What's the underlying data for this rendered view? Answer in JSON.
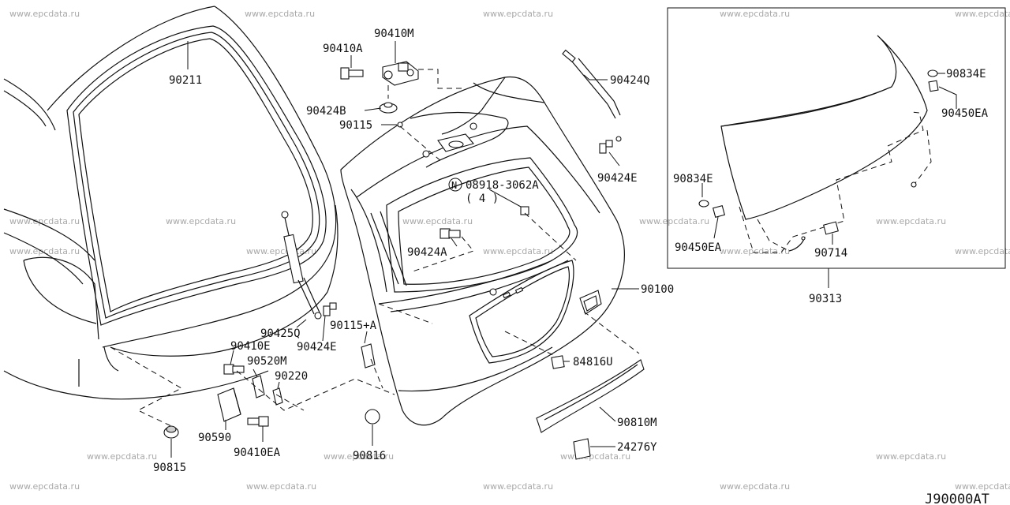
{
  "diagram_code": "J90000AT",
  "watermark": "www.epcdata.ru",
  "callout_symbol": "N",
  "labels": {
    "p90211": "90211",
    "p90410M": "90410M",
    "p90410A": "90410A",
    "p90424B": "90424B",
    "p90115": "90115",
    "p90424Q": "90424Q",
    "p90424E_top": "90424E",
    "p08918": "08918-3062A",
    "p08918_qty": "( 4 )",
    "p90424A": "90424A",
    "p90100": "90100",
    "p90425Q": "90425Q",
    "p90424E_low": "90424E",
    "p90115A": "90115+A",
    "p90410E": "90410E",
    "p90520M": "90520M",
    "p90220": "90220",
    "p90590": "90590",
    "p90410EA": "90410EA",
    "p90815": "90815",
    "p90816": "90816",
    "p84816U": "84816U",
    "p90810M": "90810M",
    "p24276Y": "24276Y",
    "p90834E_a": "90834E",
    "p90450EA_a": "90450EA",
    "p90834E_b": "90834E",
    "p90450EA_b": "90450EA",
    "p90714": "90714",
    "p90313": "90313"
  }
}
